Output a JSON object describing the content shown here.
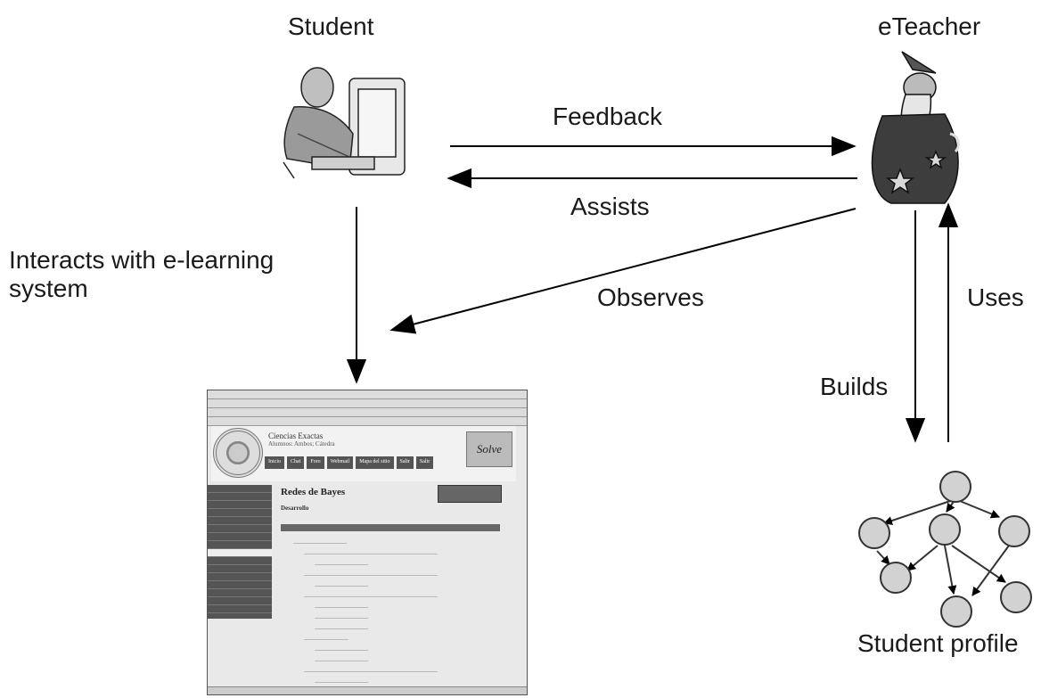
{
  "nodes": {
    "student": "Student",
    "eteacher": "eTeacher",
    "student_profile": "Student profile"
  },
  "edges": {
    "feedback": "Feedback",
    "assists": "Assists",
    "interacts": "Interacts with e-learning\nsystem",
    "observes": "Observes",
    "builds": "Builds",
    "uses": "Uses"
  },
  "screenshot": {
    "site_title": "Ciencias Exactas",
    "site_sub": "Alumnos: Ambos; Cátedra",
    "menu": [
      "Inicio",
      "Chat",
      "Foro",
      "Webmail",
      "Mapa del sitio",
      "Salir",
      "Salir"
    ],
    "page_title": "Redes de Bayes",
    "page_sub": "Desarrollo",
    "logo_text": "Solve"
  }
}
